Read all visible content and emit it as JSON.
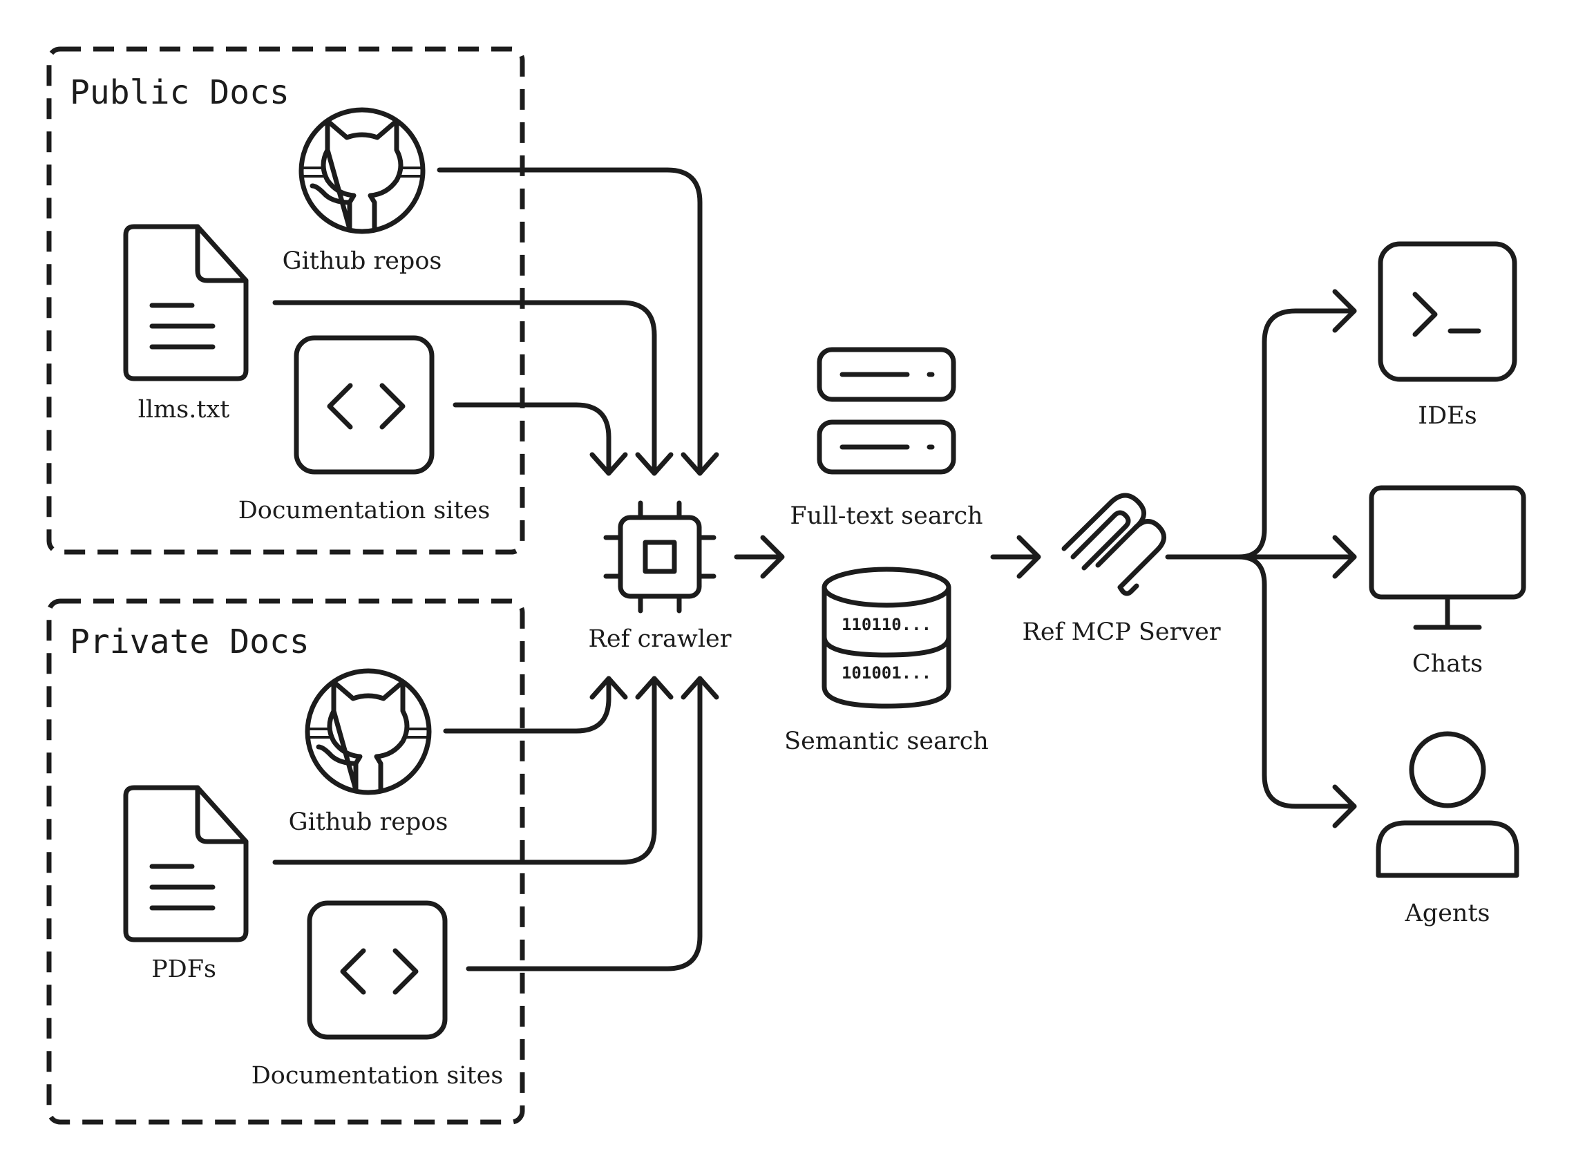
{
  "groups": {
    "public": {
      "title": "Public Docs"
    },
    "private": {
      "title": "Private Docs"
    }
  },
  "sources": {
    "public_github": {
      "label": "Github repos",
      "icon": "github-icon"
    },
    "public_llms": {
      "label": "llms.txt",
      "icon": "document-icon"
    },
    "public_docs": {
      "label": "Documentation sites",
      "icon": "code-icon"
    },
    "private_github": {
      "label": "Github repos",
      "icon": "github-icon"
    },
    "private_pdfs": {
      "label": "PDFs",
      "icon": "document-icon"
    },
    "private_docs": {
      "label": "Documentation sites",
      "icon": "code-icon"
    }
  },
  "pipeline": {
    "crawler": {
      "label": "Ref crawler",
      "icon": "chip-icon"
    },
    "fulltext": {
      "label": "Full-text search",
      "icon": "server-icon"
    },
    "semantic": {
      "label": "Semantic search",
      "icon": "database-icon",
      "bits_top": "110110...",
      "bits_bottom": "101001..."
    },
    "mcp": {
      "label": "Ref MCP Server",
      "icon": "mcp-icon"
    }
  },
  "consumers": {
    "ides": {
      "label": "IDEs",
      "icon": "terminal-icon"
    },
    "chats": {
      "label": "Chats",
      "icon": "monitor-icon"
    },
    "agents": {
      "label": "Agents",
      "icon": "person-icon"
    }
  },
  "colors": {
    "ink": "#1c1c1c",
    "background": "#ffffff"
  }
}
